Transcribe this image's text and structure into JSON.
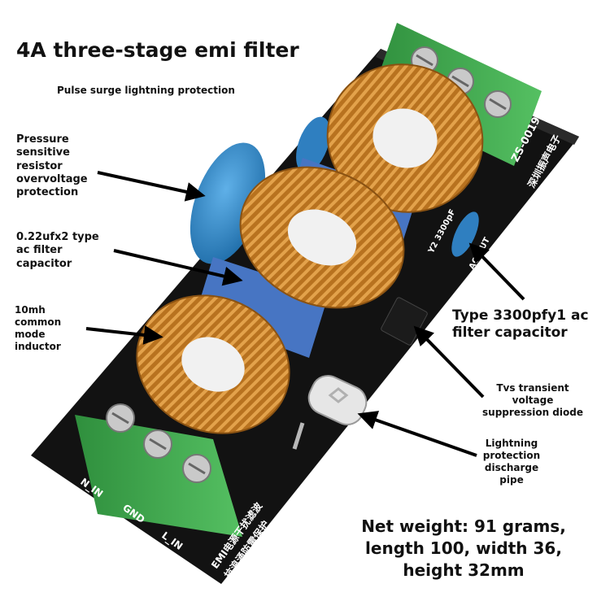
{
  "title": "4A three-stage emi filter",
  "subtitle": "Pulse surge lightning protection",
  "annotations": {
    "varistor": "Pressure\nsensitive\nresistor\novervoltage\nprotection",
    "x_capacitor": "0.22ufx2 type\nac filter\ncapacitor",
    "inductor": "10mh\ncommon\nmode\ninductor",
    "y_capacitor": "Type 3300pfy1 ac\nfilter capacitor",
    "tvs": "Tvs transient\nvoltage\nsuppression diode",
    "discharge_tube": "Lightning\nprotection\ndischarge\npipe"
  },
  "specs": "Net weight: 91 grams,\nlength 100, width 36,\nheight 32mm",
  "pcb_labels": {
    "model": "ZS-0019",
    "maker": "深圳振声电子",
    "n_in": "N_IN",
    "gnd": "GND",
    "l_in": "L_IN",
    "board_name": "EMI电源干扰滤波",
    "board_name2": "抗浪涌防雷保护",
    "y_cap_mark": "Y2 3300pF",
    "ac_mark": "AC-OUT"
  },
  "colors": {
    "pcb": "#101010",
    "terminal": "#3da64a",
    "copper": "#c9822e",
    "varistor": "#2f86c8",
    "capacitor": "#4a7cc6",
    "arrow": "#000000"
  }
}
